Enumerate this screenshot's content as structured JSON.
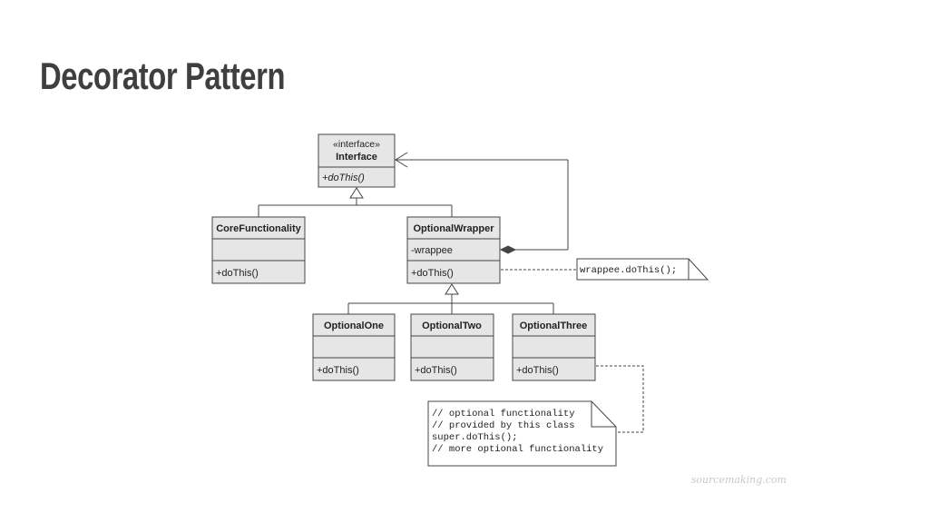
{
  "slide": {
    "title": "Decorator Pattern"
  },
  "diagram": {
    "interface": {
      "stereotype": "«interface»",
      "name": "Interface",
      "operation": "+doThis()"
    },
    "core": {
      "name": "CoreFunctionality",
      "operation": "+doThis()"
    },
    "wrapper": {
      "name": "OptionalWrapper",
      "attribute": "-wrappee",
      "operation": "+doThis()"
    },
    "optional_one": {
      "name": "OptionalOne",
      "operation": "+doThis()"
    },
    "optional_two": {
      "name": "OptionalTwo",
      "operation": "+doThis()"
    },
    "optional_three": {
      "name": "OptionalThree",
      "operation": "+doThis()"
    },
    "wrapper_note": {
      "text": "wrappee.doThis();"
    },
    "optional_note": {
      "lines": [
        "// optional functionality",
        "// provided by this class",
        "super.doThis();",
        "// more optional functionality"
      ]
    },
    "watermark": "sourcemaking.com"
  }
}
